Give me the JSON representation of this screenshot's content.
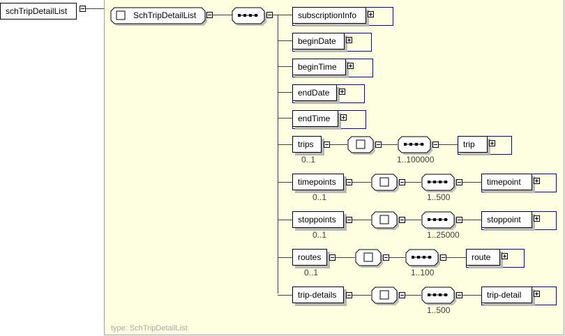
{
  "root": {
    "label": "schTripDetailList"
  },
  "complex_type": {
    "label": "SchTripDetailList",
    "type_caption": "type: SchTripDetailList"
  },
  "children": [
    {
      "label": "subscriptionInfo",
      "kind": "element"
    },
    {
      "label": "beginDate",
      "kind": "element"
    },
    {
      "label": "beginTime",
      "kind": "element"
    },
    {
      "label": "endDate",
      "kind": "element"
    },
    {
      "label": "endTime",
      "kind": "element"
    },
    {
      "label": "trips",
      "cardinality": "0..1",
      "seq_cardinality": "1..100000",
      "child": "trip"
    },
    {
      "label": "timepoints",
      "cardinality": "0..1",
      "seq_cardinality": "1..500",
      "child": "timepoint"
    },
    {
      "label": "stoppoints",
      "cardinality": "0..1",
      "seq_cardinality": "1..25000",
      "child": "stoppoint"
    },
    {
      "label": "routes",
      "cardinality": "0..1",
      "seq_cardinality": "1..100",
      "child": "route"
    },
    {
      "label": "trip-details",
      "cardinality": "",
      "seq_cardinality": "1..500",
      "child": "trip-detail"
    }
  ],
  "colors": {
    "panel_bg": "#fefee0",
    "ref_border": "#0000c0",
    "line": "#404040"
  }
}
